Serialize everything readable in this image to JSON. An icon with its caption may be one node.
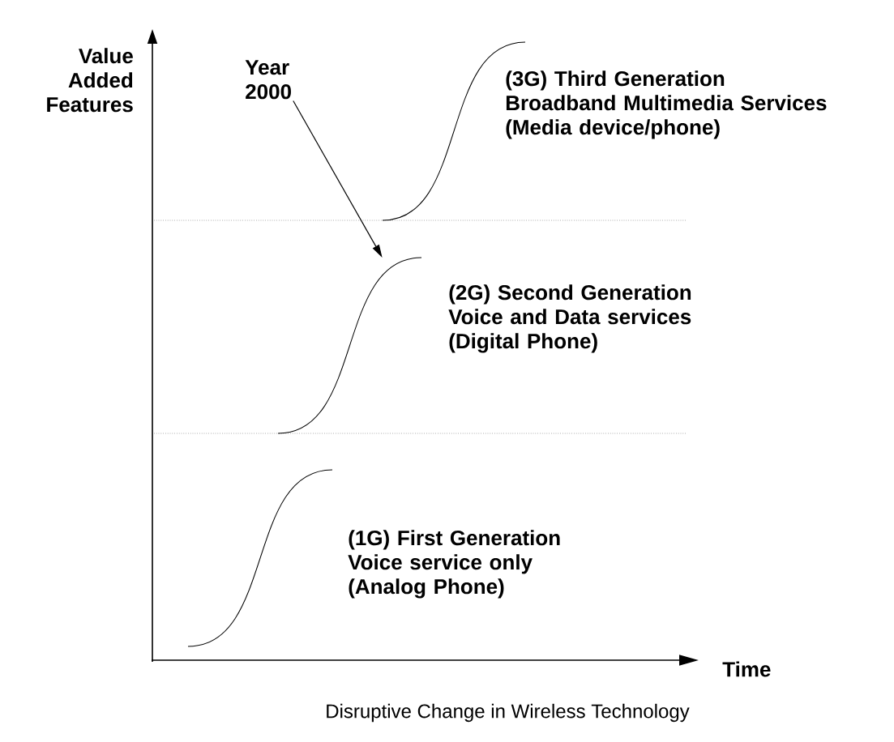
{
  "diagram": {
    "caption": "Disruptive Change in Wireless Technology",
    "nodes": [
      {
        "text": [
          "Year 2000"
        ]
      },
      {
        "text": [],
        "shape": "curve"
      }
    ],
    "edges": [
      {
        "from": 0,
        "to": 1,
        "arrow": "to"
      }
    ],
    "labels": [
      "Value Added Features",
      "(3G) Third Generation Broadband Multimedia Services (Media device/phone)",
      "(2G) Second Generation Voice and Data services (Digital Phone)",
      "(1G) First Generation Voice service only (Analog Phone)",
      "Time"
    ]
  }
}
